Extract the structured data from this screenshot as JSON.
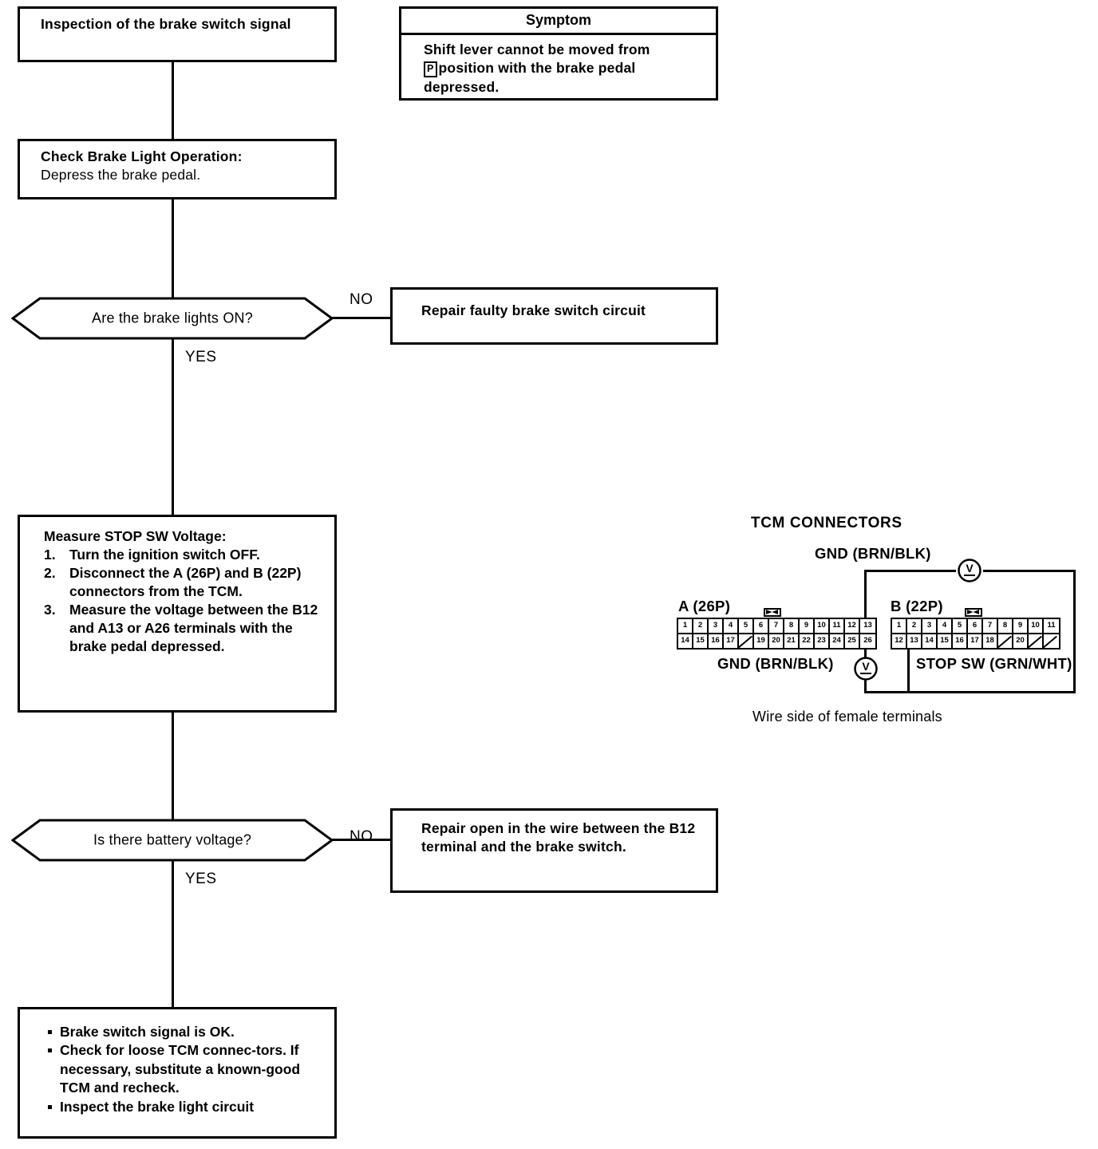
{
  "flow": {
    "title_box": {
      "text": "Inspection of the brake switch signal"
    },
    "symptom": {
      "header": "Symptom",
      "line1": "Shift lever cannot be moved from",
      "gear_badge": "P",
      "line2": "position with the brake pedal",
      "line3": "depressed."
    },
    "check_box": {
      "title": "Check Brake Light Operation:",
      "body": "Depress the brake pedal."
    },
    "decision1": {
      "question": "Are the brake lights ON?",
      "no_label": "NO",
      "yes_label": "YES"
    },
    "repair1": {
      "text": "Repair faulty brake switch circuit"
    },
    "measure_box": {
      "title": "Measure STOP SW Voltage:",
      "steps": [
        {
          "num": "1.",
          "text": "Turn the ignition switch OFF."
        },
        {
          "num": "2.",
          "text": "Disconnect the A (26P) and B (22P) connectors from the TCM."
        },
        {
          "num": "3.",
          "text": "Measure the voltage between the B12 and A13 or A26 terminals with the brake pedal depressed."
        }
      ]
    },
    "decision2": {
      "question": "Is there battery voltage?",
      "no_label": "NO",
      "yes_label": "YES"
    },
    "repair2": {
      "text": "Repair open in the wire between the B12 terminal and the brake switch."
    },
    "final_box": {
      "bullets": [
        "Brake switch signal is OK.",
        "Check for loose TCM connec-tors. If necessary, substitute a known-good TCM and recheck.",
        "Inspect the brake light circuit"
      ]
    }
  },
  "tcm": {
    "title": "TCM CONNECTORS",
    "gnd_top_label": "GND (BRN/BLK)",
    "gnd_bottom_label": "GND (BRN/BLK)",
    "stop_sw_label": "STOP SW (GRN/WHT)",
    "connector_a": {
      "name": "A (26P)",
      "top_row": [
        "1",
        "2",
        "3",
        "4",
        "5",
        "6",
        "7",
        "8",
        "9",
        "10",
        "11",
        "12",
        "13"
      ],
      "bottom_row": [
        "14",
        "15",
        "16",
        "17",
        "",
        "19",
        "20",
        "21",
        "22",
        "23",
        "24",
        "25",
        "26"
      ]
    },
    "connector_b": {
      "name": "B (22P)",
      "top_row": [
        "1",
        "2",
        "3",
        "4",
        "5",
        "6",
        "7",
        "8",
        "9",
        "10",
        "11"
      ],
      "bottom_row": [
        "12",
        "13",
        "14",
        "15",
        "16",
        "17",
        "18",
        "",
        "20",
        "",
        ""
      ]
    },
    "caption": "Wire side of female terminals",
    "meter_symbol": "V"
  },
  "colors": {
    "ink": "#000000",
    "paper": "#ffffff"
  }
}
